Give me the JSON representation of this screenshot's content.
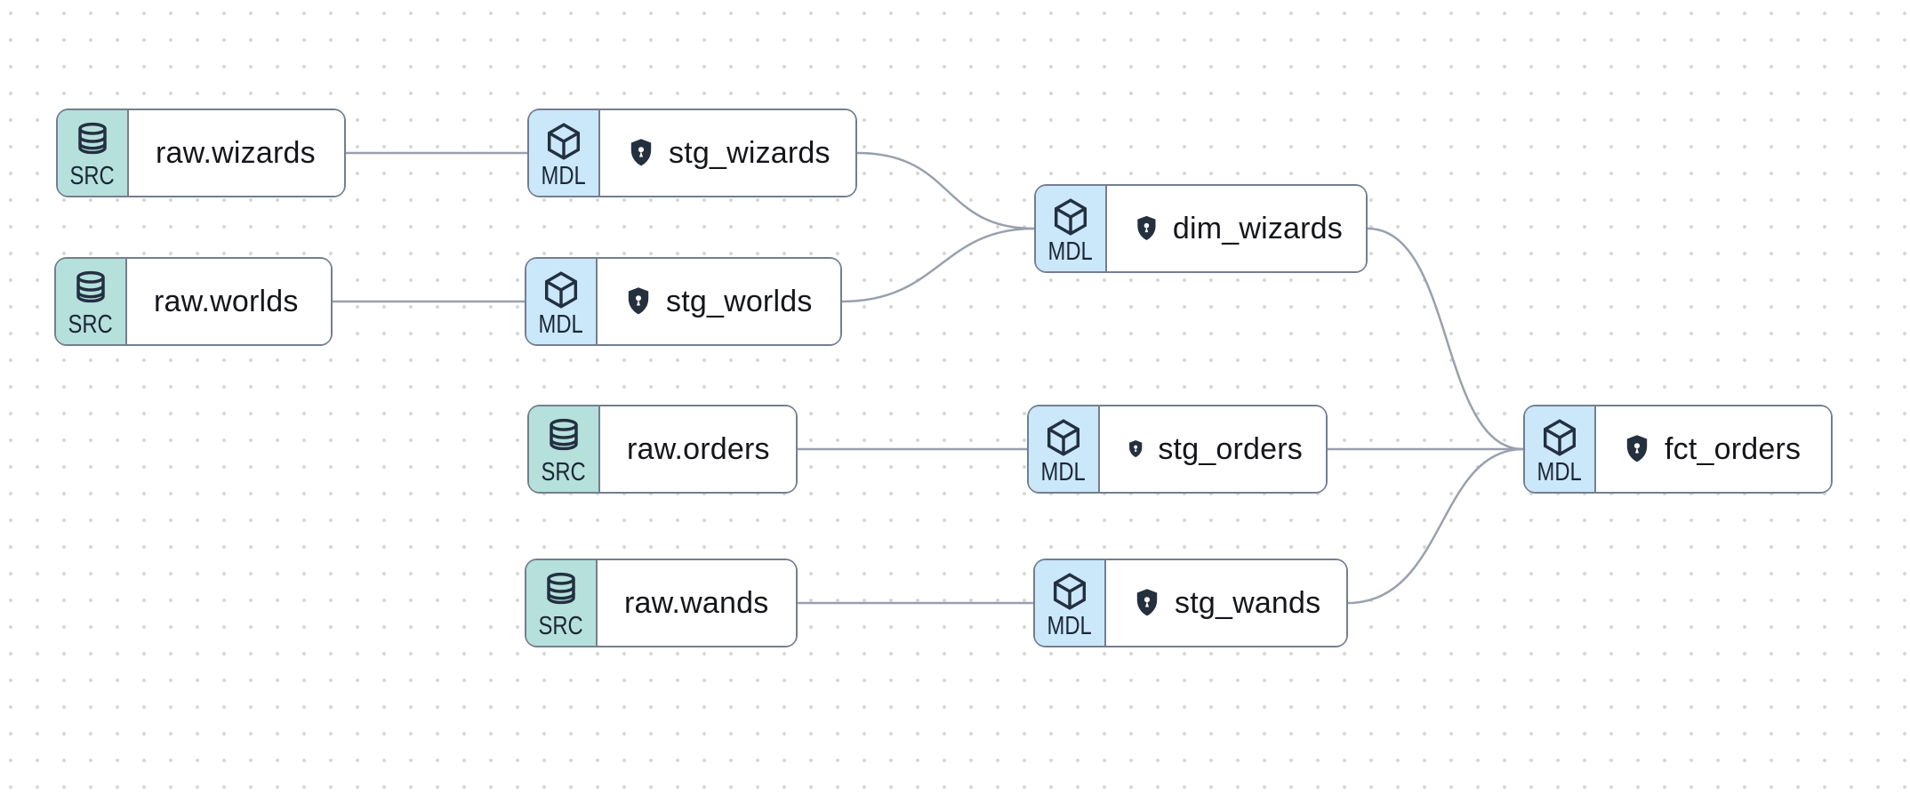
{
  "diagram": {
    "kind": "data-lineage-graph",
    "colors": {
      "source_accent": "#b6e0db",
      "model_accent": "#cbe7fa",
      "node_border": "#747e90",
      "edge": "#99a0ad",
      "icon_dark": "#223041",
      "label_text": "#14161a",
      "grid_dot": "#d7d7d7"
    },
    "nodes": {
      "raw_wizards": {
        "label": "raw.wizards",
        "badge": "SRC",
        "type": "source",
        "icon": "database-icon"
      },
      "raw_worlds": {
        "label": "raw.worlds",
        "badge": "SRC",
        "type": "source",
        "icon": "database-icon"
      },
      "raw_orders": {
        "label": "raw.orders",
        "badge": "SRC",
        "type": "source",
        "icon": "database-icon"
      },
      "raw_wands": {
        "label": "raw.wands",
        "badge": "SRC",
        "type": "source",
        "icon": "database-icon"
      },
      "stg_wizards": {
        "label": "stg_wizards",
        "badge": "MDL",
        "type": "model",
        "icon": "cube-icon",
        "shield": true
      },
      "stg_worlds": {
        "label": "stg_worlds",
        "badge": "MDL",
        "type": "model",
        "icon": "cube-icon",
        "shield": true
      },
      "stg_orders": {
        "label": "stg_orders",
        "badge": "MDL",
        "type": "model",
        "icon": "cube-icon",
        "shield": true
      },
      "stg_wands": {
        "label": "stg_wands",
        "badge": "MDL",
        "type": "model",
        "icon": "cube-icon",
        "shield": true
      },
      "dim_wizards": {
        "label": "dim_wizards",
        "badge": "MDL",
        "type": "model",
        "icon": "cube-icon",
        "shield": true
      },
      "fct_orders": {
        "label": "fct_orders",
        "badge": "MDL",
        "type": "model",
        "icon": "cube-icon",
        "shield": true
      }
    },
    "edges": [
      {
        "from": "raw.wizards",
        "to": "stg_wizards"
      },
      {
        "from": "raw.worlds",
        "to": "stg_worlds"
      },
      {
        "from": "raw.orders",
        "to": "stg_orders"
      },
      {
        "from": "raw.wands",
        "to": "stg_wands"
      },
      {
        "from": "stg_wizards",
        "to": "dim_wizards"
      },
      {
        "from": "stg_worlds",
        "to": "dim_wizards"
      },
      {
        "from": "dim_wizards",
        "to": "fct_orders"
      },
      {
        "from": "stg_orders",
        "to": "fct_orders"
      },
      {
        "from": "stg_wands",
        "to": "fct_orders"
      }
    ]
  }
}
